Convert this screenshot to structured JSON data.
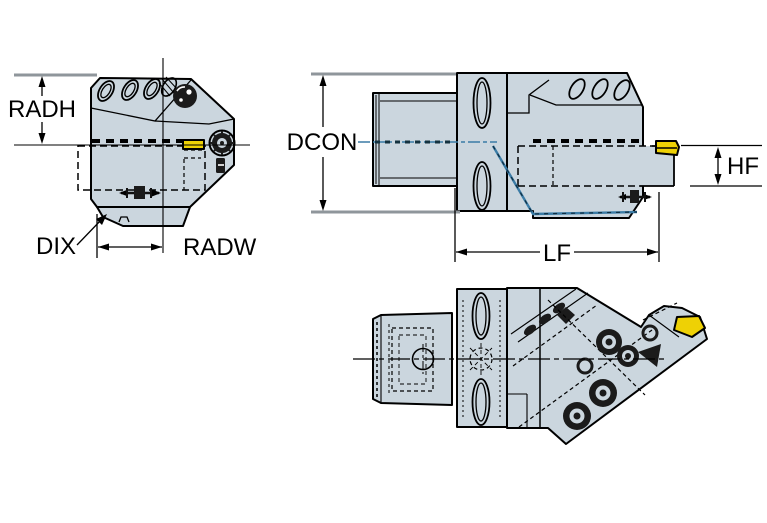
{
  "labels": {
    "radh": "RADH",
    "dix": "DIX",
    "radw": "RADW",
    "dcon": "DCON",
    "lf": "LF",
    "hf": "HF"
  },
  "colors": {
    "background": "#ffffff",
    "body": "#cbd6de",
    "insert": "#eed105",
    "outline": "#000000",
    "centerline": "#3b7ca6",
    "extension_gray": "#8f969b",
    "hardware_dark": "#1b1b1b"
  }
}
